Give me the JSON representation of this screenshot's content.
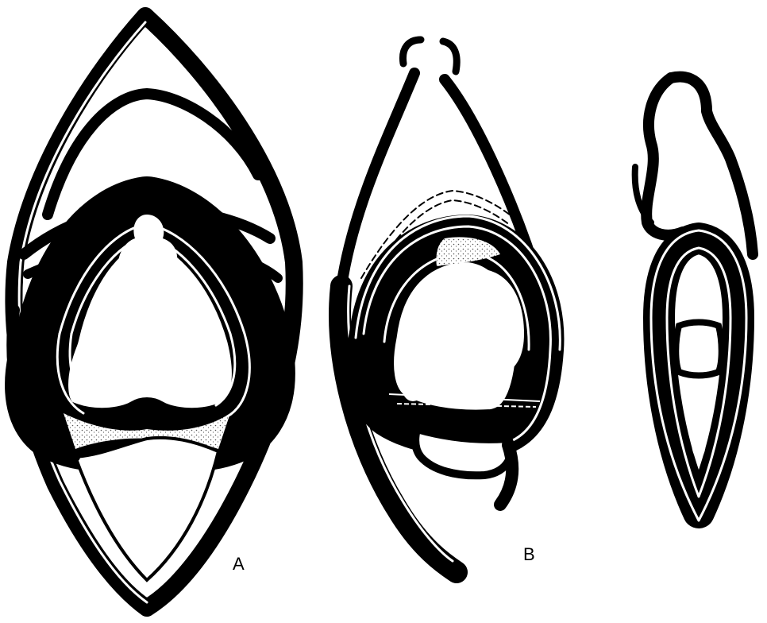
{
  "figure": {
    "panels": [
      {
        "id": "panel-a",
        "label": "A"
      },
      {
        "id": "panel-b",
        "label": "B"
      },
      {
        "id": "panel-c",
        "label": ""
      }
    ],
    "colors": {
      "ink": "#000000",
      "paper": "#ffffff",
      "stipple": "#555555"
    }
  }
}
